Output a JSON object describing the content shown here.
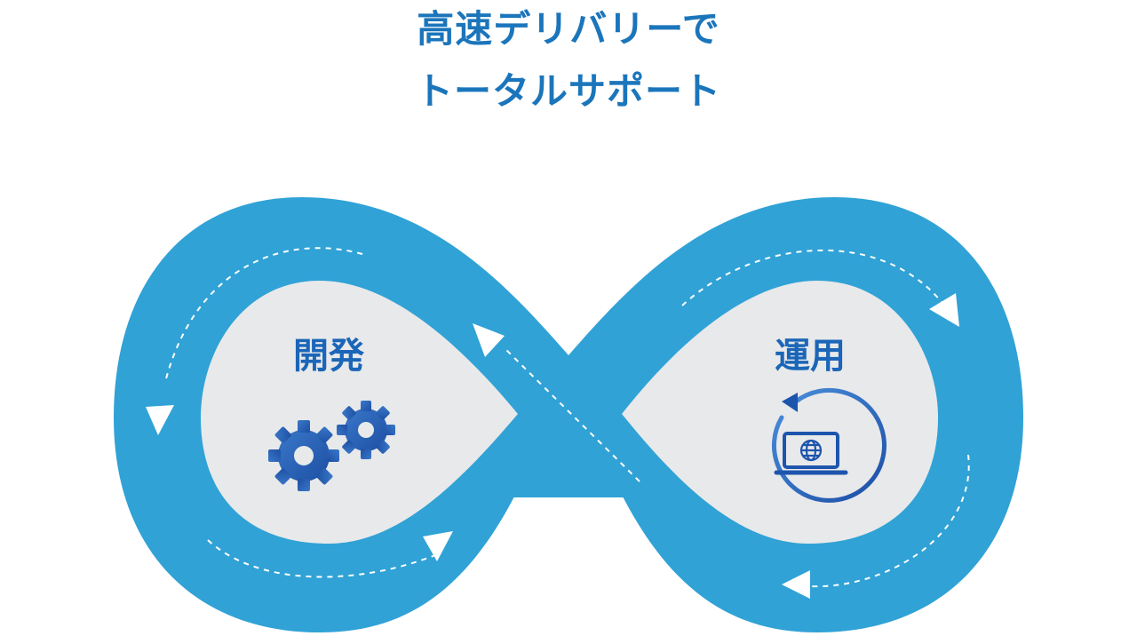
{
  "headline": {
    "line1": "高速デリバリーで",
    "line2": "トータルサポート"
  },
  "loops": {
    "left": {
      "label": "開発",
      "icon": "gears-icon"
    },
    "right": {
      "label": "運用",
      "icon": "laptop-globe-cycle-icon"
    }
  },
  "colors": {
    "title": "#1b75bb",
    "track": "#30a2d6",
    "inner": "#e8e9ea",
    "label": "#1b66b8"
  }
}
